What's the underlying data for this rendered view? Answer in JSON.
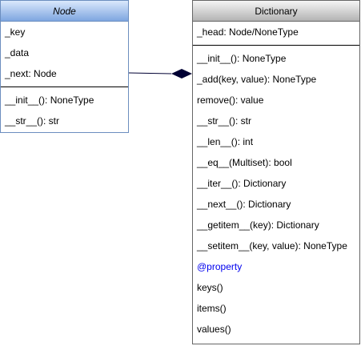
{
  "node": {
    "title": "Node",
    "attributes": [
      "_key",
      "_data",
      "_next: Node"
    ],
    "methods": [
      "__init__(): NoneType",
      "__str__(): str"
    ]
  },
  "dictionary": {
    "title": "Dictionary",
    "attributes": [
      "_head: Node/NoneType"
    ],
    "methods": [
      "__init__(): NoneType",
      "_add(key, value): NoneType",
      "remove(): value",
      "__str__(): str",
      "__len__(): int",
      "__eq__(Multiset): bool",
      "__iter__(): Dictionary",
      "__next__(): Dictionary",
      "__getitem__(key): Dictionary",
      "__setitem__(key, value): NoneType"
    ],
    "decorator": "@property",
    "properties": [
      "keys()",
      "items()",
      "values()"
    ]
  },
  "colors": {
    "node_border": "#6c8ebf",
    "node_header_top": "#dae8fc",
    "node_header_bottom": "#7ea6e0",
    "dict_border": "#666666",
    "dict_header_top": "#f5f5f5",
    "dict_header_bottom": "#b3b3b3",
    "composition_diamond": "#000033",
    "decorator_text": "#0000ee"
  },
  "relationship": {
    "type": "composition"
  }
}
